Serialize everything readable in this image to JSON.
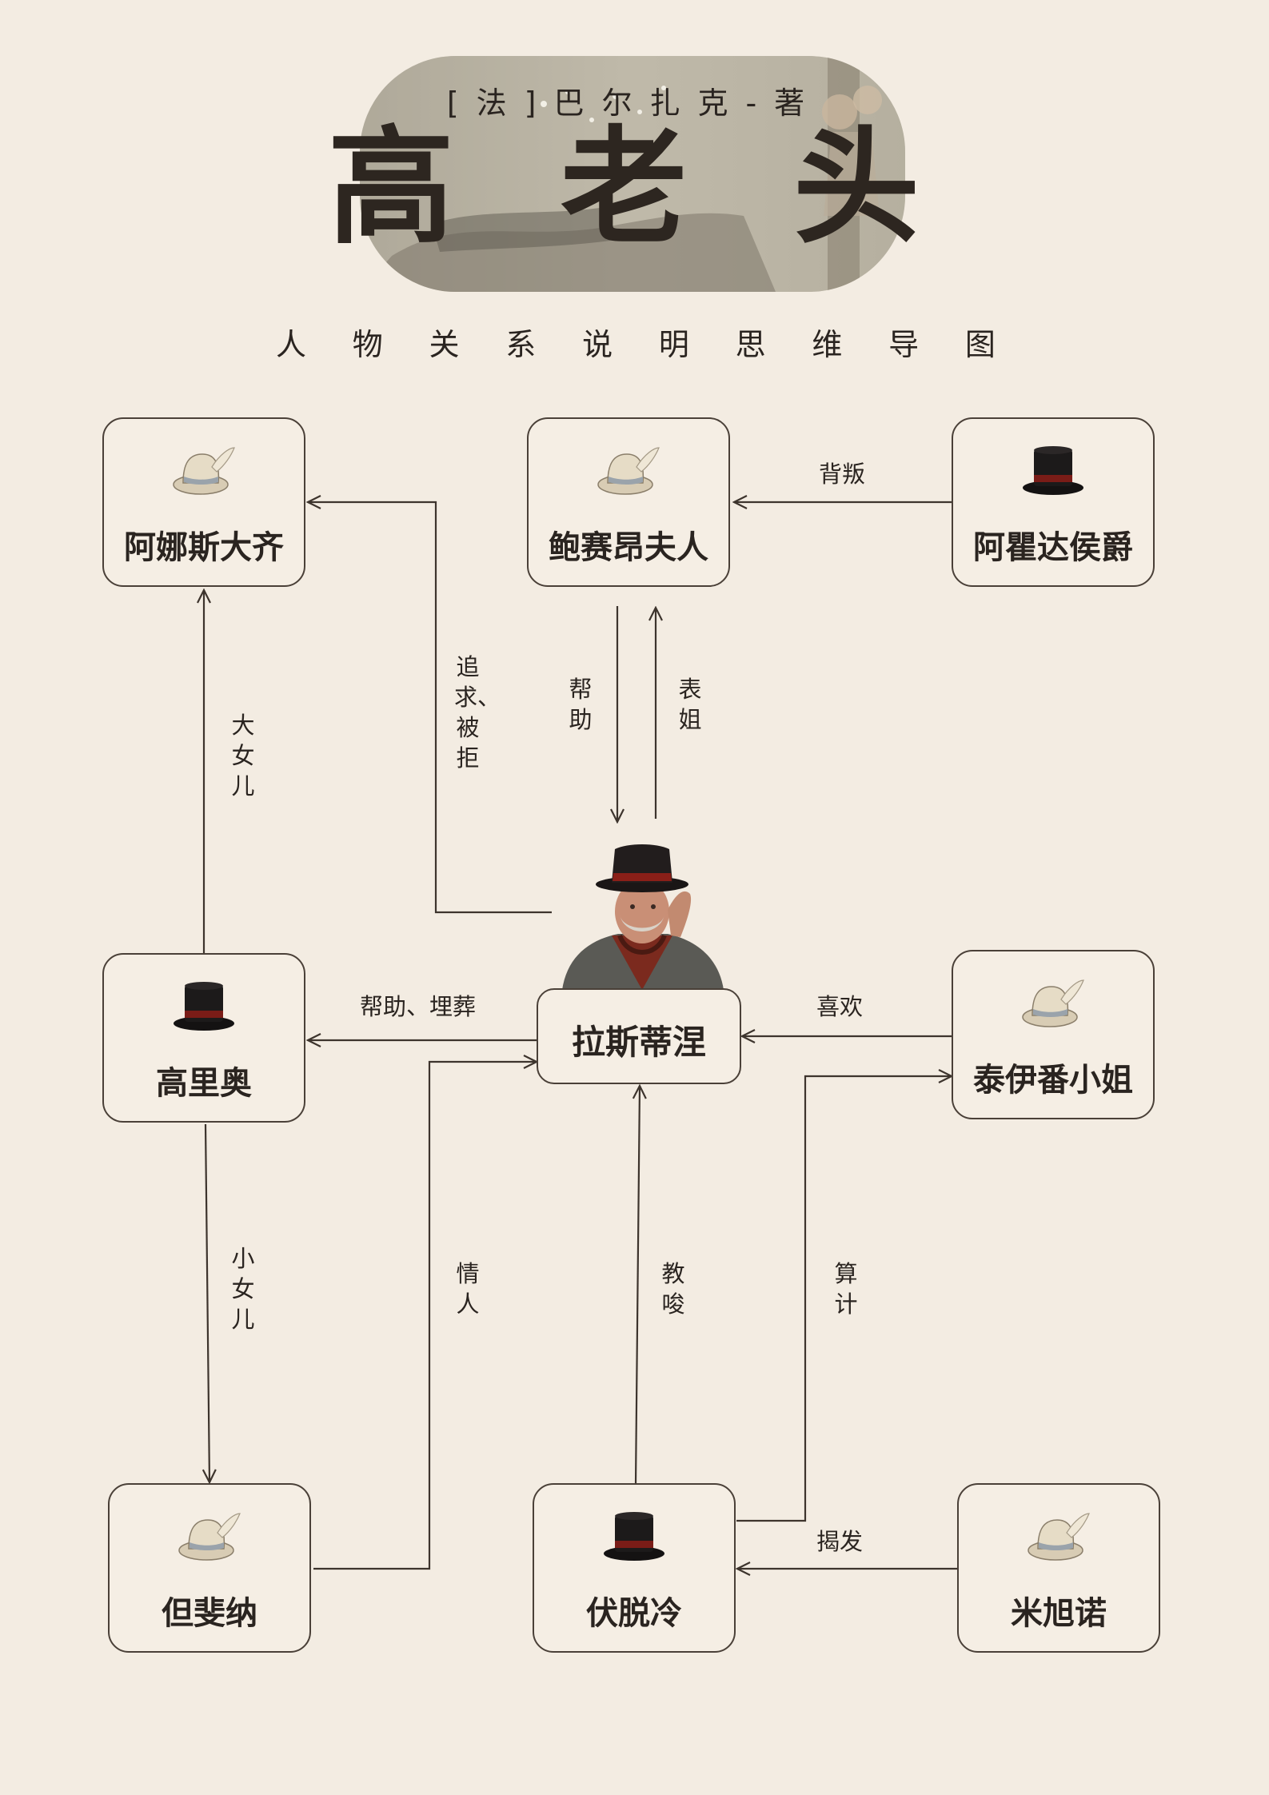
{
  "header": {
    "author": "[法]巴尔扎克-著",
    "title_chars": [
      "高",
      "老",
      "头"
    ],
    "subtitle_chars": [
      "人",
      "物",
      "关",
      "系",
      "说",
      "明",
      "思",
      "维",
      "导",
      "图"
    ]
  },
  "nodes": {
    "anastasie": {
      "name": "阿娜斯大齐",
      "hat": "light-hat-icon"
    },
    "beauseant": {
      "name": "鲍赛昂夫人",
      "hat": "light-hat-icon"
    },
    "ajuda": {
      "name": "阿瞿达侯爵",
      "hat": "top-hat-icon"
    },
    "goriot": {
      "name": "高里奥",
      "hat": "top-hat-icon"
    },
    "rastignac": {
      "name": "拉斯蒂涅"
    },
    "taillefer": {
      "name": "泰伊番小姐",
      "hat": "light-hat-icon"
    },
    "delphine": {
      "name": "但斐纳",
      "hat": "light-hat-icon"
    },
    "vautrin": {
      "name": "伏脱冷",
      "hat": "top-hat-icon"
    },
    "michonneau": {
      "name": "米旭诺",
      "hat": "light-hat-icon"
    }
  },
  "edges": {
    "betray": "背叛",
    "pursue": "追求、被拒",
    "help_up": "帮助",
    "cousin": "表姐",
    "eldest": "大女儿",
    "help_bury": "帮助、埋葬",
    "like": "喜欢",
    "youngest": "小女儿",
    "lover": "情人",
    "instigate": "教唆",
    "scheme": "算计",
    "expose": "揭发"
  },
  "colors": {
    "background": "#f3ece2",
    "line": "#3d342d",
    "text": "#2a2420"
  }
}
